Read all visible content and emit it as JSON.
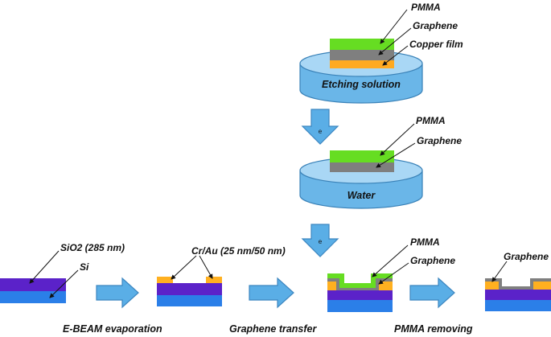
{
  "labels": {
    "pmma_top": "PMMA",
    "graphene_top": "Graphene",
    "copper_film": "Copper film",
    "etching_solution": "Etching solution",
    "pmma_mid": "PMMA",
    "graphene_mid": "Graphene",
    "water": "Water",
    "sio2": "SiO2 (285 nm)",
    "si": "Si",
    "cr_au": "Cr/Au (25 nm/50 nm)",
    "pmma_bottom": "PMMA",
    "graphene_bottom": "Graphene",
    "graphene_final": "Graphene"
  },
  "arrow_labels": {
    "down_1": "e",
    "down_2": "e"
  },
  "captions": {
    "step_1": "E-BEAM evaporation",
    "step_2": "Graphene transfer",
    "step_3": "PMMA removing"
  },
  "colors": {
    "pmma": "#66dd22",
    "graphene": "#7f7f7f",
    "copper": "#ffaa22",
    "gold": "#ffb020",
    "sio2": "#5b22c9",
    "si": "#2b7fe8",
    "dish_top": "#a9d7f5",
    "dish_side": "#6ab6e8",
    "dish_stroke": "#3a82b8",
    "arrow_fill": "#5aaee6",
    "arrow_stroke": "#3c86c0"
  }
}
